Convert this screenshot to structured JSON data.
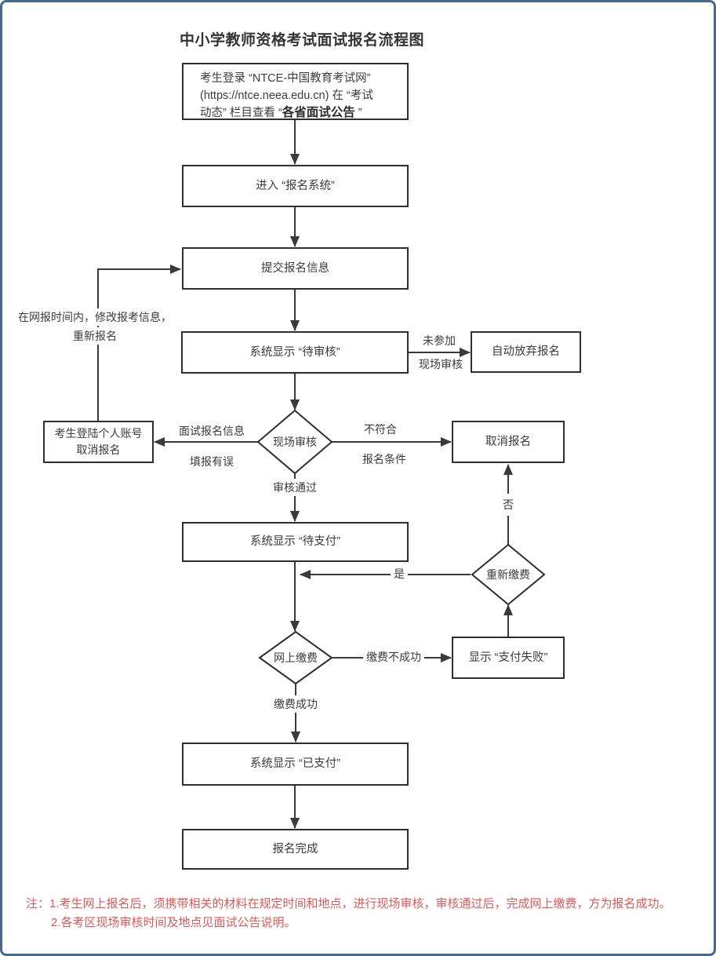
{
  "title": "中小学教师资格考试面试报名流程图",
  "nodes": {
    "login_portal": {
      "line1": "考生登录 “NTCE-中国教育考试网”",
      "line2": "(https://ntce.neea.edu.cn) 在 “考试",
      "line3_prefix": "动态” 栏目查看 “",
      "line3_bold": "各省面试公告",
      "line3_suffix": " ”"
    },
    "enter_system": {
      "label": "进入 “报名系统”"
    },
    "submit_info": {
      "label": "提交报名信息"
    },
    "pending_review": {
      "label": "系统显示 “待审核”"
    },
    "auto_abandon": {
      "label": "自动放弃报名"
    },
    "login_cancel": {
      "line1": "考生登陆个人账号",
      "line2": "取消报名"
    },
    "onsite_review": {
      "label": "现场审核"
    },
    "cancel": {
      "label": "取消报名"
    },
    "pending_pay": {
      "label": "系统显示 “待支付”"
    },
    "repay": {
      "label": "重新缴费"
    },
    "online_pay": {
      "label": "网上缴费"
    },
    "pay_fail": {
      "label": "显示 “支付失败”"
    },
    "paid": {
      "label": "系统显示 “已支付”"
    },
    "done": {
      "label": "报名完成"
    }
  },
  "edge_labels": {
    "edit_info_line1": "在网报时间内，修改报考信息，",
    "edit_info_line2": "重新报名",
    "not_attend_line1": "未参加",
    "not_attend_line2": "现场审核",
    "info_error_line1": "面试报名信息",
    "info_error_line2": "填报有误",
    "not_qualify_line1": "不符合",
    "not_qualify_line2": "报名条件",
    "review_pass": "审核通过",
    "yes": "是",
    "no": "否",
    "pay_not_success": "缴费不成功",
    "pay_success": "缴费成功"
  },
  "notes": {
    "line1": "注：1.考生网上报名后，须携带相关的材料在规定时间和地点，进行现场审核，审核通过后，完成网上缴费，方为报名成功。",
    "line2": "2.各考区现场审核时间及地点见面试公告说明。"
  },
  "colors": {
    "frame": "#466990",
    "line": "#3a3a3a",
    "box_border": "#2e2e2e",
    "text": "#3b3b3b",
    "note_red": "#e05858"
  }
}
